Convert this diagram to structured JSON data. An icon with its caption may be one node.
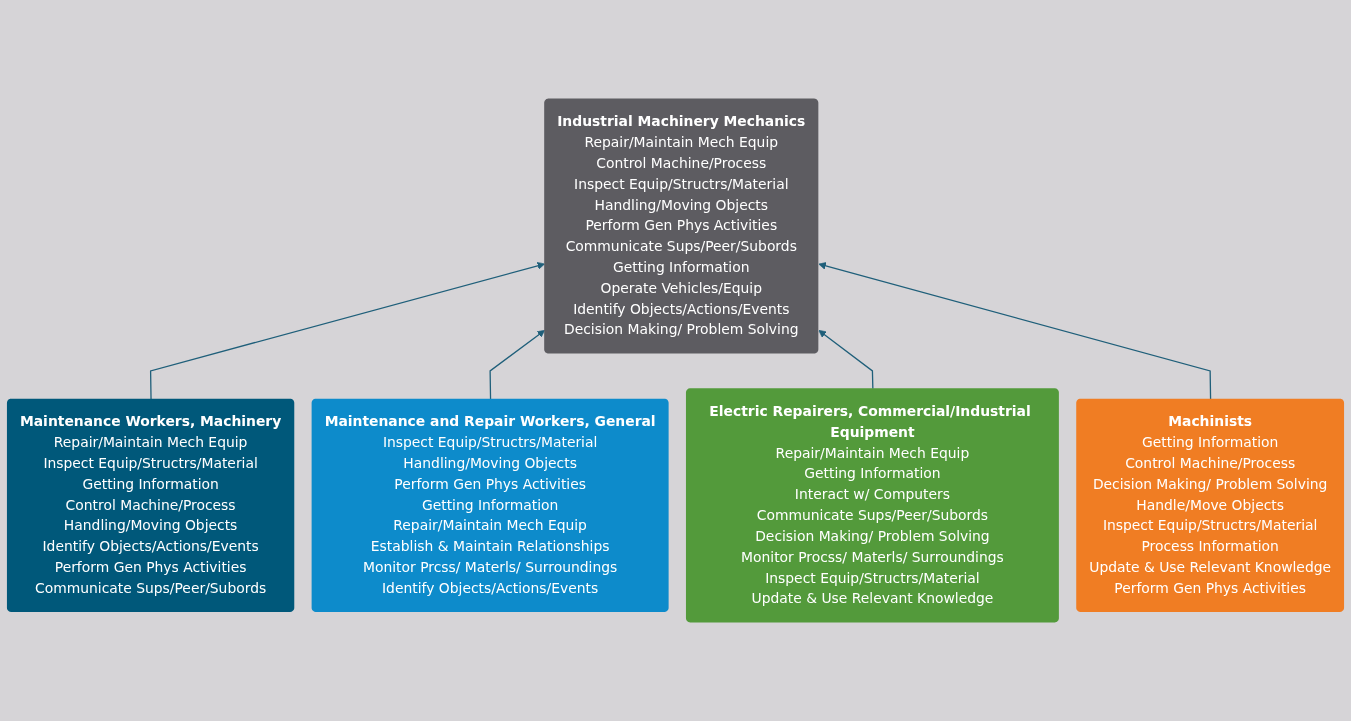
{
  "diagram": {
    "nodes": [
      {
        "text": [
          "Industrial Machinery Mechanics",
          "Repair/Maintain Mech Equip",
          "Control Machine/Process",
          "Inspect Equip/Structrs/Material",
          "Handling/Moving Objects",
          "Perform Gen Phys Activities",
          "Communicate Sups/Peer/Subords",
          "Getting Information",
          "Operate Vehicles/Equip",
          "Identify Objects/Actions/Events",
          "Decision Making/ Problem Solving"
        ]
      },
      {
        "text": [
          "Maintenance Workers, Machinery",
          "Repair/Maintain Mech Equip",
          "Inspect Equip/Structrs/Material",
          "Getting Information",
          "Control Machine/Process",
          "Handling/Moving Objects",
          "Identify Objects/Actions/Events",
          "Perform Gen Phys Activities",
          "Communicate Sups/Peer/Subords"
        ]
      },
      {
        "text": [
          "Maintenance and Repair Workers, General",
          "Inspect Equip/Structrs/Material",
          "Handling/Moving Objects",
          "Perform Gen Phys Activities",
          "Getting Information",
          "Repair/Maintain Mech Equip",
          "Establish & Maintain Relationships",
          "Monitor Prcss/ Materls/ Surroundings",
          "Identify Objects/Actions/Events"
        ]
      },
      {
        "text": [
          "Electric Repairers, Commercial/Industrial Equipment",
          "Repair/Maintain Mech Equip",
          "Getting Information",
          "Interact w/ Computers",
          "Communicate Sups/Peer/Subords",
          "Decision Making/ Problem Solving",
          "Monitor Procss/ Materls/ Surroundings",
          "Inspect Equip/Structrs/Material",
          "Update & Use Relevant Knowledge"
        ]
      },
      {
        "text": [
          "Machinists",
          "Getting Information",
          "Control Machine/Process",
          "Decision Making/ Problem Solving",
          "Handle/Move Objects",
          "Inspect Equip/Structrs/Material",
          "Process Information",
          "Update & Use Relevant Knowledge",
          "Perform Gen Phys Activities"
        ]
      }
    ],
    "edges": [
      {
        "from": 1,
        "to": 0,
        "arrow": "to"
      },
      {
        "from": 2,
        "to": 0,
        "arrow": "to"
      },
      {
        "from": 3,
        "to": 0,
        "arrow": "to"
      },
      {
        "from": 4,
        "to": 0,
        "arrow": "to"
      }
    ]
  }
}
